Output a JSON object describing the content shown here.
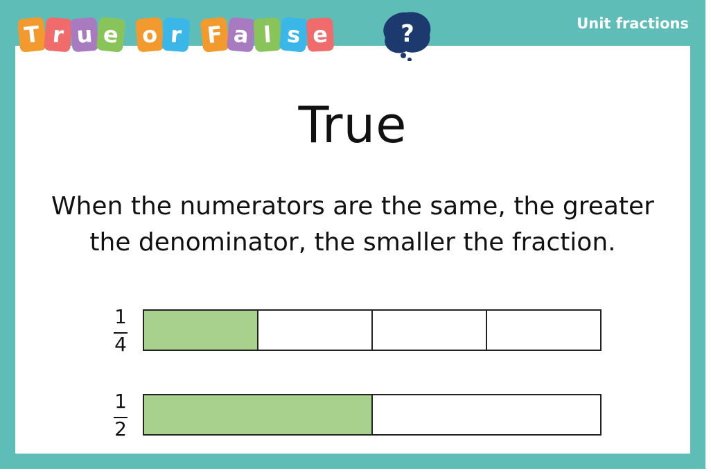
{
  "header": {
    "logo_text": "True or False",
    "logo_letters": [
      {
        "ch": "T",
        "color": "#f39a2e"
      },
      {
        "ch": "r",
        "color": "#f06b6b"
      },
      {
        "ch": "u",
        "color": "#a87bc1"
      },
      {
        "ch": "e",
        "color": "#89c45a"
      },
      {
        "ch": "o",
        "color": "#f39a2e"
      },
      {
        "ch": "r",
        "color": "#3bb6e8"
      },
      {
        "ch": "F",
        "color": "#f39a2e"
      },
      {
        "ch": "a",
        "color": "#a87bc1"
      },
      {
        "ch": "l",
        "color": "#89c45a"
      },
      {
        "ch": "s",
        "color": "#3bb6e8"
      },
      {
        "ch": "e",
        "color": "#f06b6b"
      }
    ],
    "question_mark": "?",
    "topic": "Unit fractions"
  },
  "answer": "True",
  "explanation": {
    "line1": "When the numerators are the same, the greater",
    "line2": "the denominator, the smaller the fraction."
  },
  "fractions": [
    {
      "numerator": "1",
      "denominator": "4",
      "parts": 4,
      "filled": 1
    },
    {
      "numerator": "1",
      "denominator": "2",
      "parts": 2,
      "filled": 1
    }
  ],
  "colors": {
    "frame": "#5fbdb7",
    "fill": "#a7d18c",
    "bubble": "#1c3a6e"
  }
}
